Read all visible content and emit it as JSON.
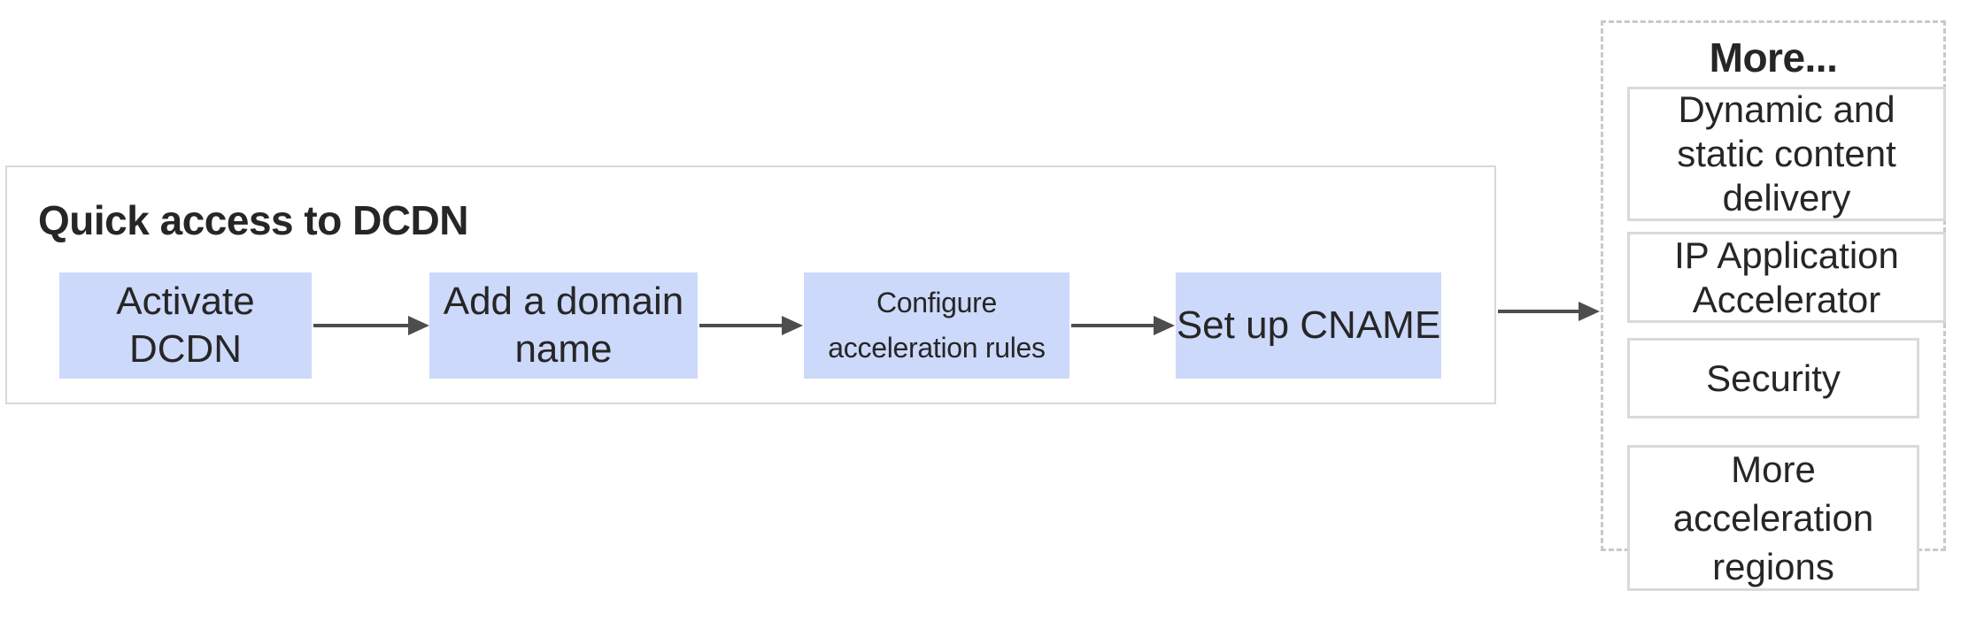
{
  "diagram": {
    "panel": {
      "title": "Quick access to DCDN",
      "steps": [
        {
          "id": "activate-dcdn",
          "label": "Activate DCDN"
        },
        {
          "id": "add-domain-name",
          "label": "Add a domain\nname"
        },
        {
          "id": "configure-acceleration-rules",
          "label": "Configure\nacceleration rules"
        },
        {
          "id": "set-up-cname",
          "label": "Set up CNAME"
        }
      ]
    },
    "more": {
      "title": "More...",
      "items": [
        {
          "id": "dynamic-static-delivery",
          "label": "Dynamic and\nstatic content\ndelivery"
        },
        {
          "id": "ip-application-accelerator",
          "label": "IP Application\nAccelerator"
        },
        {
          "id": "security",
          "label": "Security"
        },
        {
          "id": "more-acceleration-regions",
          "label": "More\nacceleration\nregions"
        }
      ]
    }
  },
  "colors": {
    "step_fill": "#cdd9fb",
    "panel_border": "#d9d9d9",
    "item_border": "#d9d9d9",
    "dashed_border": "#c9c9c9",
    "arrow": "#4d4d4d",
    "text": "#262626"
  }
}
